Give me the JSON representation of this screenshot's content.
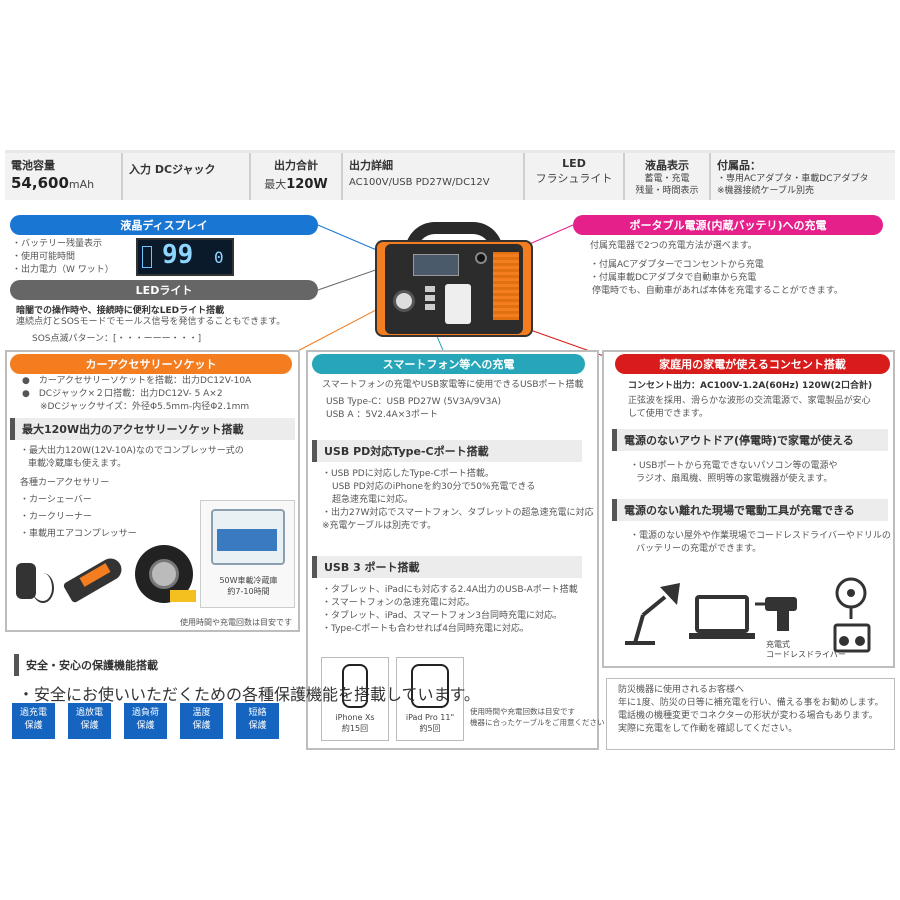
{
  "specs": {
    "battery_label": "電池容量",
    "battery_value": "54,600",
    "battery_unit": "mAh",
    "input_label": "入力 DCジャック",
    "total_out_label": "出力合計",
    "total_out_prefix": "最大",
    "total_out_value": "120W",
    "detail_label": "出力詳細",
    "detail_value": "AC100V/USB PD27W/DC12V",
    "led_label": "LED",
    "led_value": "フラシュライト",
    "lcd_label": "液晶表示",
    "lcd_value1": "蓄電・充電",
    "lcd_value2": "残量・時間表示",
    "acc_label": "付属品：",
    "acc_value1": "・専用ACアダプタ・車載DCアダプタ",
    "acc_value2": "※機器接続ケーブル別売"
  },
  "lcd": {
    "title": "液晶ディスプレイ",
    "items": [
      "・バッテリー残量表示",
      "・使用可能時間",
      "・出力電力（W ワット）"
    ],
    "screen_value": "99",
    "screen_small": "0"
  },
  "led": {
    "title": "LEDライト",
    "line1": "暗闇での操作時や、接続時に便利なLEDライト搭載",
    "line2": "連続点灯とSOSモードでモールス信号を発信することもできます。",
    "line3": "SOS点滅パターン：[・・・ーーー・・・]"
  },
  "portable": {
    "title": "ポータブル電源(内蔵バッテリ)への充電",
    "line1": "付属充電器で2つの充電方法が選べます。",
    "line2": "・付属ACアダプターでコンセントから充電",
    "line3": "・付属車載DCアダプタで自動車から充電",
    "line4": "停電時でも、自動車があれば本体を充電することができます。"
  },
  "car": {
    "title": "カーアクセサリーソケット",
    "line1": "●　カーアクセサリーソケットを搭載：出力DC12V-10A",
    "line2": "●　DCジャック×２口搭載：出力DC12V- 5 A×2",
    "line3": "※DCジャックサイズ：外径Φ5.5mm-内径Φ2.1mm",
    "sub_title": "最大120W出力のアクセサリーソケット搭載",
    "desc1": "・最大出力120W(12V-10A)なのでコンプレッサー式の",
    "desc2": "車載冷蔵庫も使えます。",
    "list_title": "各種カーアクセサリー",
    "list": [
      "・カーシェーバー",
      "・カークリーナー",
      "・車載用エアコンプレッサー"
    ],
    "fridge_caption1": "50W車載冷蔵庫",
    "fridge_caption2": "約7-10時間",
    "note": "使用時間や充電回数は目安です"
  },
  "phone": {
    "title": "スマートフォン等への充電",
    "line1": "スマートフォンの充電やUSB家電等に使用できるUSBポート搭載",
    "line2": "USB Type-C：USB PD27W (5V3A/9V3A)",
    "line3": "USB A ：5V2.4A×3ポート",
    "pd_title": "USB PD対応Type-Cポート搭載",
    "pd_lines": [
      "・USB PDに対応したType-Cポート搭載。",
      "USB PD対応のiPhoneを約30分で50%充電できる",
      "超急速充電に対応。",
      "・出力27W対応でスマートフォン、タブレットの超急速充電に対応",
      "※充電ケーブルは別売です。"
    ],
    "usb3_title": "USB 3 ポート搭載",
    "usb3_lines": [
      "・タブレット、iPadにも対応する2.4A出力のUSB-Aポート搭載",
      "・スマートフォンの急速充電に対応。",
      "・タブレット、iPad、スマートフォン3台同時充電に対応。",
      "・Type-Cポートも合わせれば4台同時充電に対応。"
    ],
    "iphone_name": "iPhone Xs",
    "iphone_count": "約15回",
    "ipad_name": "iPad Pro 11\"",
    "ipad_count": "約5回",
    "note1": "使用時間や充電回数は目安です",
    "note2": "機器に合ったケーブルをご用意ください"
  },
  "home": {
    "title": "家庭用の家電が使えるコンセント搭載",
    "outlet": "コンセント出力：AC100V-1.2A(60Hz) 120W(2口合計)",
    "desc1": "正弦波を採用、滑らかな波形の交流電源で、家電製品が安心",
    "desc2": "して使用できます。",
    "outdoor_title": "電源のないアウトドア(停電時)で家電が使える",
    "outdoor1": "・USBポートから充電できないパソコン等の電源や",
    "outdoor2": "ラジオ、扇風機、照明等の家電機器が使えます。",
    "tools_title": "電源のない離れた現場で電動工具が充電できる",
    "tools1": "・電源のない屋外や作業現場でコードレスドライバーやドリルの",
    "tools2": "バッテリーの充電ができます。",
    "driver_caption1": "充電式",
    "driver_caption2": "コードレスドライバー"
  },
  "protect": {
    "title": "安全・安心の保護機能搭載",
    "desc": "・安全にお使いいただくための各種保護機能を搭載しています。",
    "buttons": [
      {
        "l1": "過充電",
        "l2": "保護"
      },
      {
        "l1": "過放電",
        "l2": "保護"
      },
      {
        "l1": "過負荷",
        "l2": "保護"
      },
      {
        "l1": "温度",
        "l2": "保護"
      },
      {
        "l1": "短絡",
        "l2": "保護"
      }
    ]
  },
  "disaster": {
    "lines": [
      "防災機器に使用されるお客様へ",
      "年に1度、防災の日等に補充電を行い、備える事をお勧めします。",
      "電話機の機種変更でコネクターの形状が変わる場合もあります。",
      "実際に充電をして作動を確認してください。"
    ]
  },
  "colors": {
    "blue": "#1976d2",
    "gray": "#666666",
    "orange": "#f47d20",
    "teal": "#26a6b8",
    "red": "#d81b1b",
    "magenta": "#e5208a",
    "protect_blue": "#1565c0"
  }
}
